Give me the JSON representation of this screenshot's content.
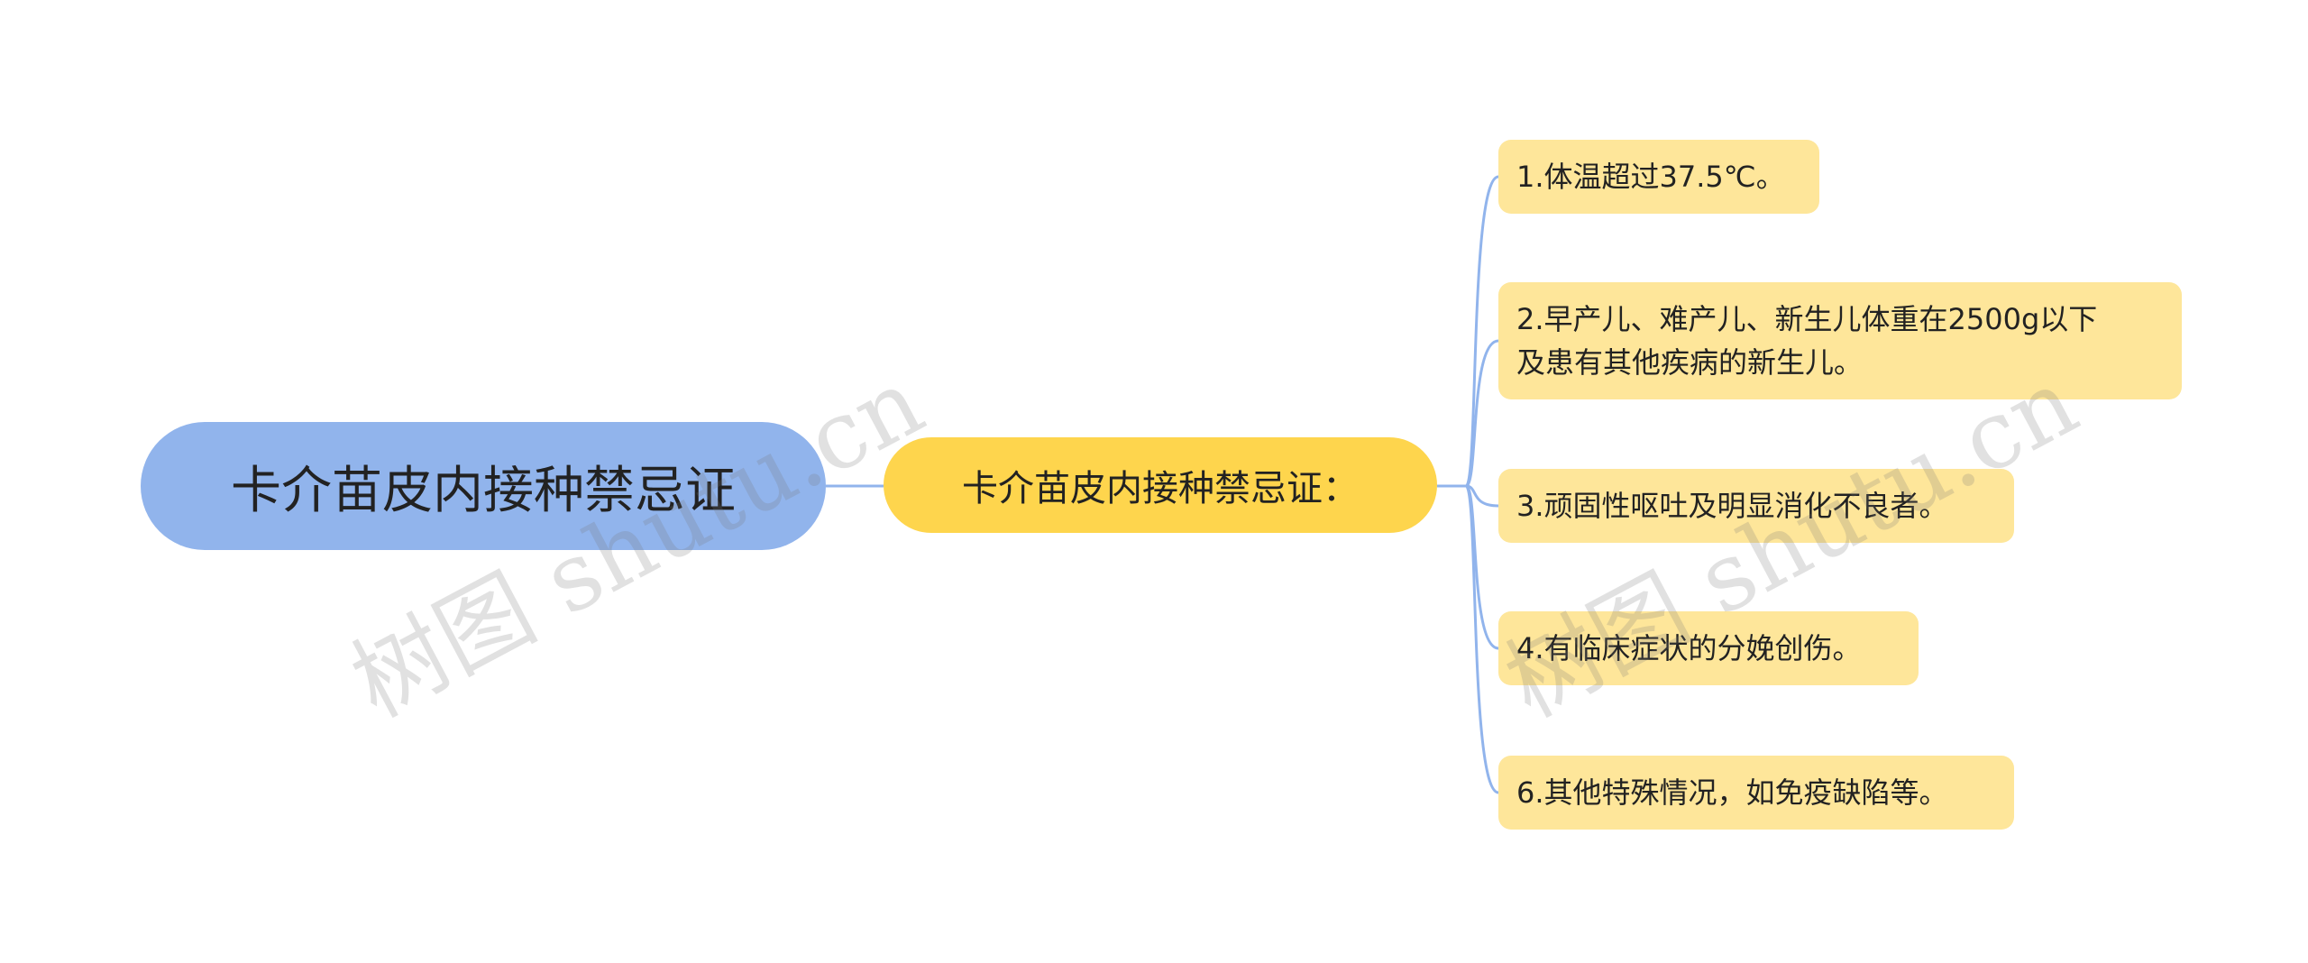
{
  "mindmap": {
    "root": {
      "label": "卡介苗皮内接种禁忌证"
    },
    "branch": {
      "label": "卡介苗皮内接种禁忌证："
    },
    "leaves": [
      {
        "lines": [
          "1.体温超过37.5℃。"
        ]
      },
      {
        "lines": [
          "2.早产儿、难产儿、新生儿体重在2500g以下",
          "及患有其他疾病的新生儿。"
        ]
      },
      {
        "lines": [
          "3.顽固性呕吐及明显消化不良者。"
        ]
      },
      {
        "lines": [
          "4.有临床症状的分娩创伤。"
        ]
      },
      {
        "lines": [
          "6.其他特殊情况，如免疫缺陷等。"
        ]
      }
    ]
  },
  "watermark": {
    "text": "树图 shutu.cn"
  },
  "colors": {
    "root_fill": "#91b4ec",
    "branch_fill": "#fed54d",
    "leaf_fill": "#fee69a",
    "connector": "#91b4ec"
  }
}
